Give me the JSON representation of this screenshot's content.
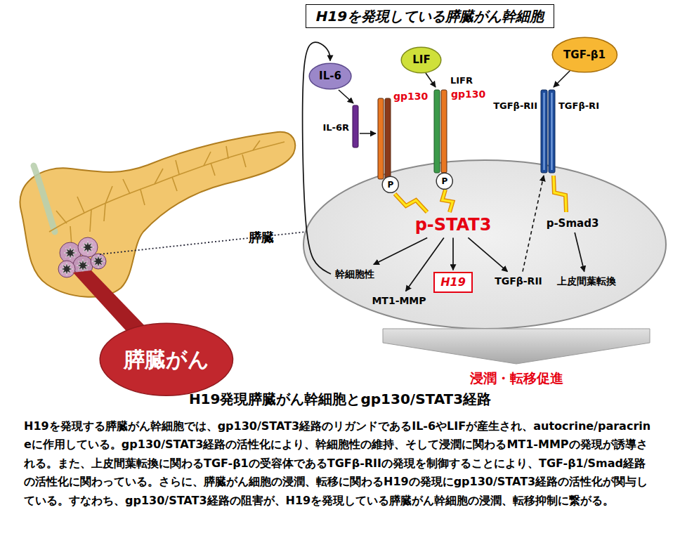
{
  "diagram": {
    "title": "H19を発現している膵臓がん幹細胞",
    "caption": "H19発現膵臓がん幹細胞とgp130/STAT3経路",
    "nodes": [
      {
        "text": [
          "IL-6"
        ]
      },
      {
        "text": [
          "LIF"
        ]
      },
      {
        "text": [
          "TGF-β1"
        ]
      },
      {
        "text": [
          "P"
        ]
      },
      {
        "text": [
          "P"
        ]
      },
      {
        "text": [
          "p-STAT3"
        ]
      },
      {
        "text": [
          "幹細胞性"
        ]
      },
      {
        "text": [
          "MT1-MMP"
        ]
      },
      {
        "text": [
          "H19"
        ]
      },
      {
        "text": [
          "TGFβ-RII"
        ]
      },
      {
        "text": [
          "p-Smad3"
        ]
      },
      {
        "text": [
          "上皮間葉転換"
        ]
      },
      {
        "text": [
          "膵臓がん"
        ]
      }
    ],
    "edges": [
      {
        "from": 5,
        "to": 6,
        "arrow": "to"
      },
      {
        "from": 5,
        "to": 7,
        "arrow": "to"
      },
      {
        "from": 5,
        "to": 8,
        "arrow": "to"
      },
      {
        "from": 5,
        "to": 9,
        "arrow": "to"
      },
      {
        "from": 10,
        "to": 11,
        "arrow": "to"
      },
      {
        "from": 6,
        "to": 0,
        "arrow": "to"
      }
    ],
    "labels": [
      "IL-6R",
      "gp130",
      "LIFR",
      "gp130",
      "TGFβ-RII",
      "TGFβ-RI",
      "膵臓",
      "浸潤・転移促進",
      "H19を発現する膵臓がん幹細胞では、gp130/STAT3経路のリガンドであるIL-6やLIFが産生され、autocrine/paracrineに作用している。gp130/STAT3経路の活性化により、幹細胞性の維持、そして浸潤に関わるMT1-MMPの発現が誘導される。また、上皮間葉転換に関わるTGF-β1の受容体であるTGFβ-RIIの発現を制御することにより、TGF-β1/Smad経路の活性化に関わっている。さらに、膵臓がん細胞の浸潤、転移に関わるH19の発現にgp130/STAT3経路の活性化が関与している。すなわち、gp130/STAT3経路の阻害が、H19を発現している膵臓がん幹細胞の浸潤、転移抑制に繋がる。"
    ]
  }
}
